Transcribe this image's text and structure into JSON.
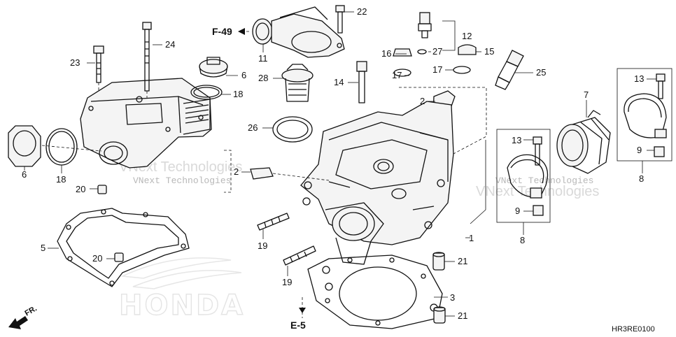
{
  "diagram": {
    "code": "HR3RE0100",
    "direction_label": "FR.",
    "references": {
      "f49": "F-49",
      "e5": "E-5"
    },
    "watermarks": [
      "VNext Technologies",
      "VNext Technologies",
      "VNext Technologies",
      "VNext Technologies"
    ],
    "brand_watermark": "HONDA",
    "callouts": {
      "p1": "1",
      "p2a": "2",
      "p2b": "2",
      "p3": "3",
      "p5": "5",
      "p6a": "6",
      "p6b": "6",
      "p7": "7",
      "p8a": "8",
      "p8b": "8",
      "p9a": "9",
      "p9b": "9",
      "p11": "11",
      "p12": "12",
      "p13a": "13",
      "p13b": "13",
      "p14": "14",
      "p15": "15",
      "p16": "16",
      "p17a": "17",
      "p17b": "17",
      "p18a": "18",
      "p18b": "18",
      "p19a": "19",
      "p19b": "19",
      "p20a": "20",
      "p20b": "20",
      "p21a": "21",
      "p21b": "21",
      "p22": "22",
      "p23": "23",
      "p24": "24",
      "p25": "25",
      "p26": "26",
      "p27": "27",
      "p28": "28"
    }
  }
}
